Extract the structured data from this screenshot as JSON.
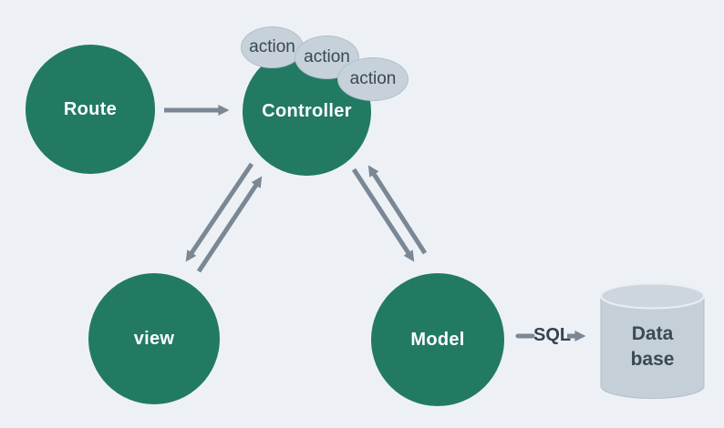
{
  "diagram": {
    "nodes": {
      "route": {
        "label": "Route"
      },
      "controller": {
        "label": "Controller"
      },
      "view": {
        "label": "view"
      },
      "model": {
        "label": "Model"
      }
    },
    "action_bubbles": [
      {
        "label": "action"
      },
      {
        "label": "action"
      },
      {
        "label": "action"
      }
    ],
    "database": {
      "label_line1": "Data",
      "label_line2": "base"
    },
    "edges": {
      "sql_label": "SQL"
    },
    "colors": {
      "background": "#edf1f5",
      "node_fill": "#227a63",
      "node_text": "#ffffff",
      "arrow": "#7b8794",
      "bubble_fill": "#c6d1da",
      "bubble_text": "#3a4753",
      "database_fill": "#c5cfd8",
      "database_top_fill": "#cdd6de",
      "dark_text": "#3b4954"
    }
  }
}
